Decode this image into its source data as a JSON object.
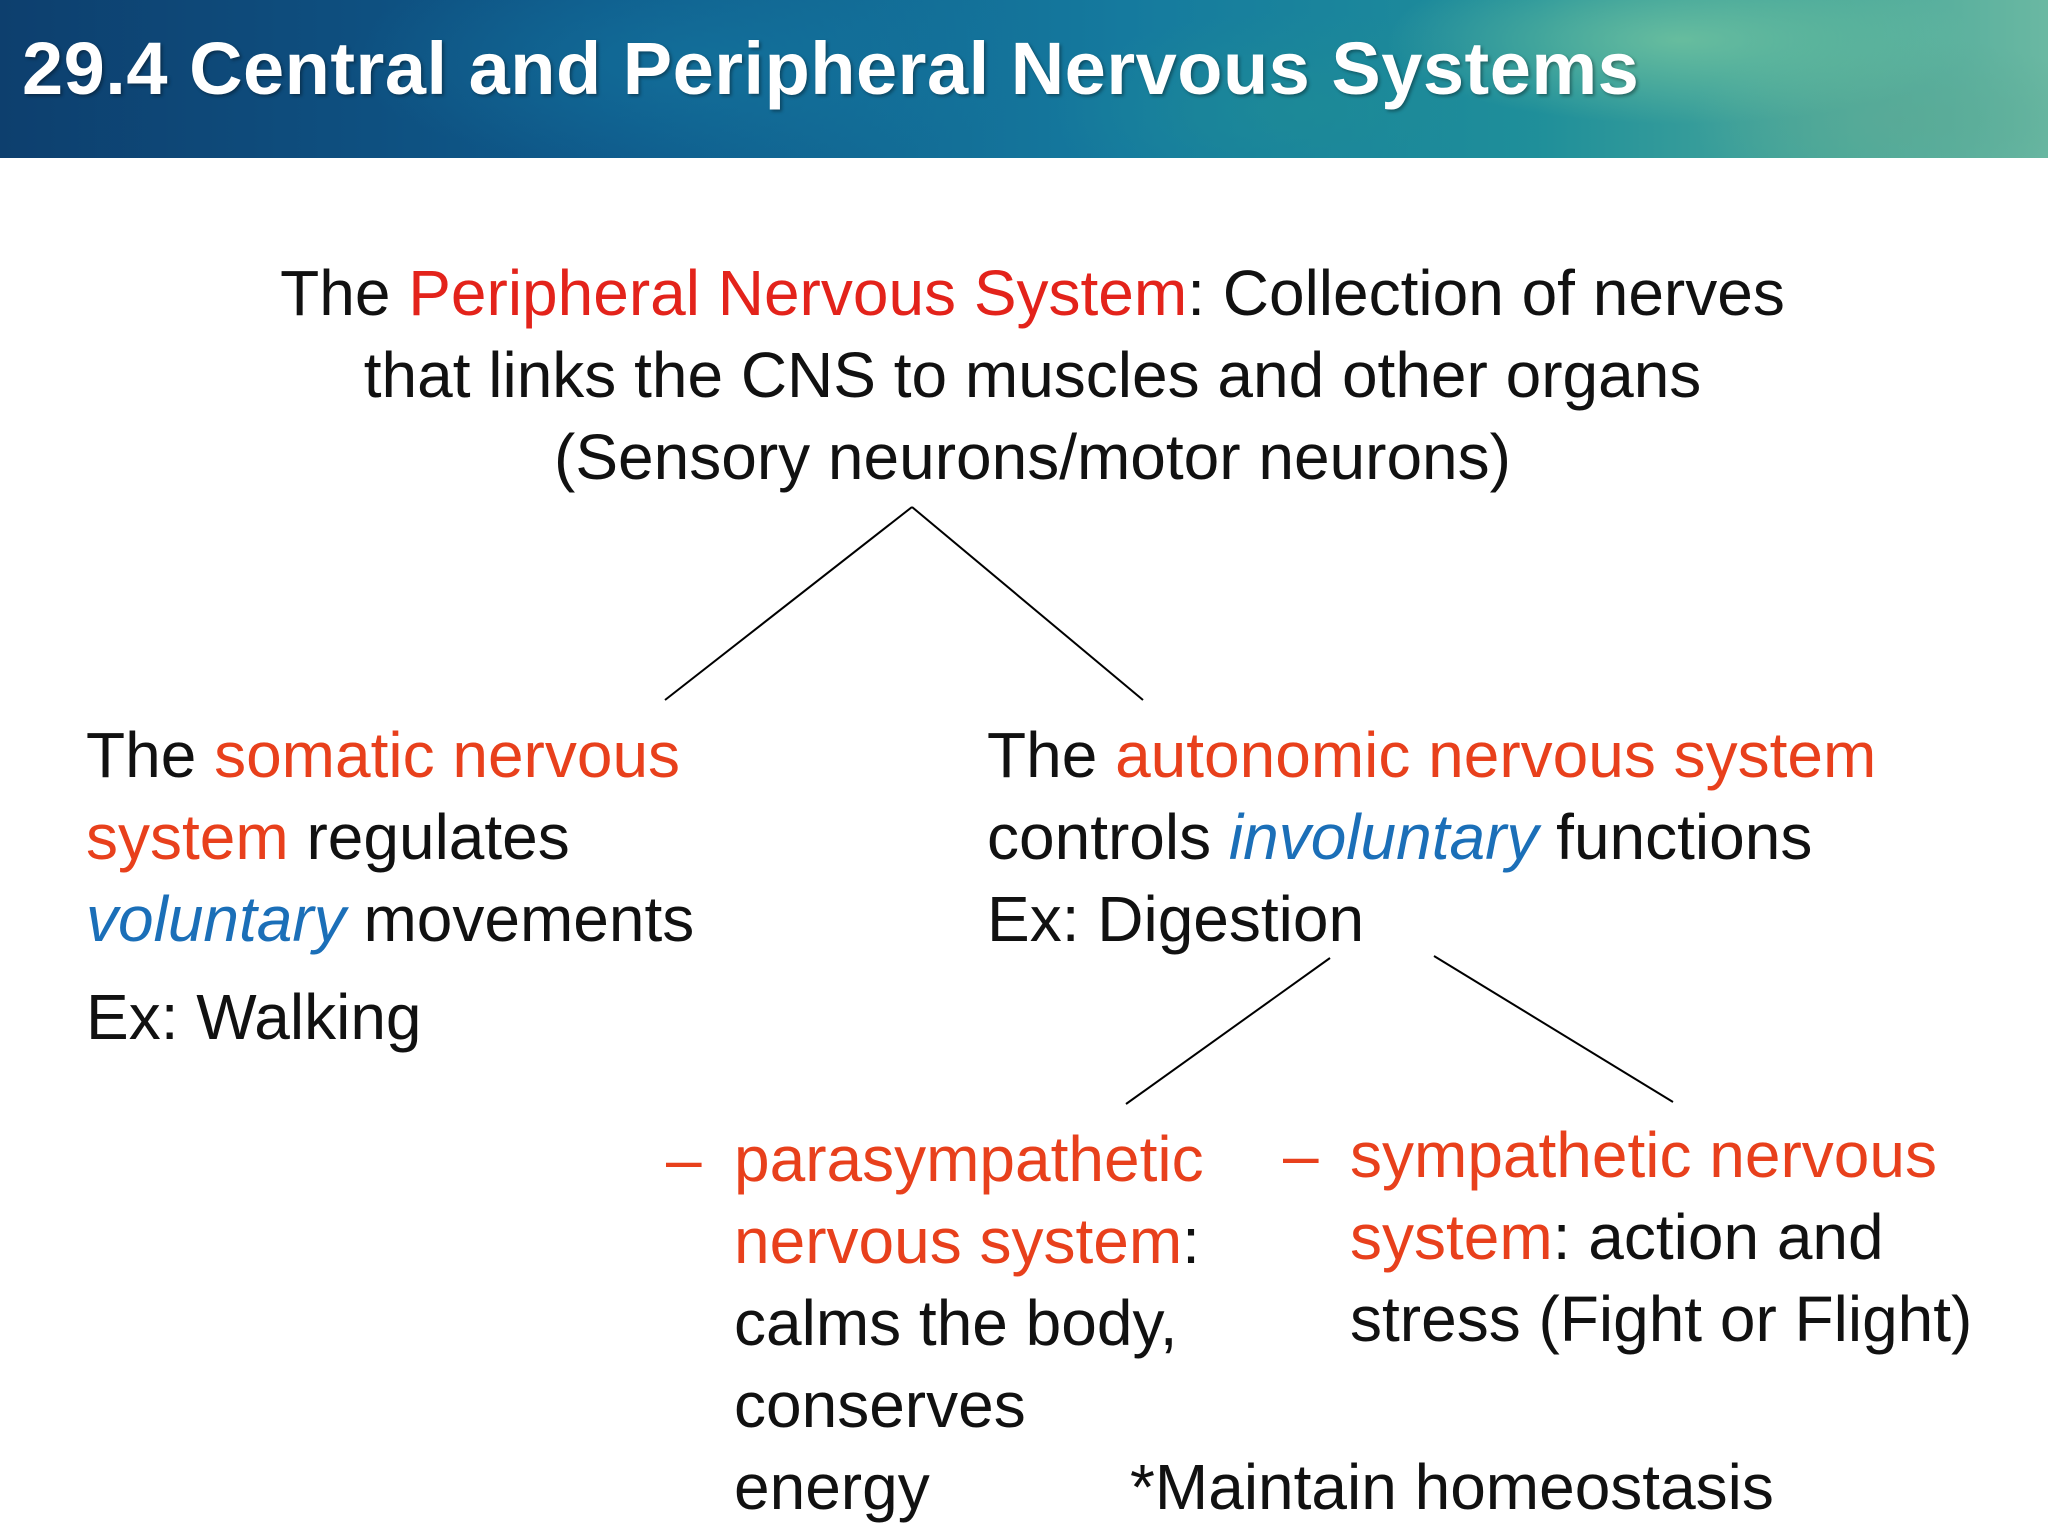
{
  "header": {
    "title": "29.4 Central and Peripheral Nervous Systems"
  },
  "pns": {
    "prefix": "The ",
    "term": "Peripheral Nervous System",
    "line1_rest": ": Collection of nerves",
    "line2": "that links the CNS to muscles and other organs",
    "line3": "(Sensory neurons/motor neurons)"
  },
  "somatic": {
    "prefix": "The ",
    "term_line1": "somatic nervous",
    "term_line2": "system",
    "line2_rest": " regulates",
    "emphasis": "voluntary",
    "line3_rest": " movements",
    "example": "Ex: Walking"
  },
  "autonomic": {
    "prefix": "The ",
    "term": "autonomic nervous system",
    "line2_prefix": "controls ",
    "emphasis": "involuntary",
    "line2_rest": " functions",
    "example": "Ex: Digestion"
  },
  "parasympathetic": {
    "dash": "–",
    "term_line1": "parasympathetic",
    "term_line2": "nervous system",
    "colon": ":",
    "line3": "calms the body,",
    "line4": "conserves",
    "line5": "energy"
  },
  "sympathetic": {
    "dash": "–",
    "term_line1": "sympathetic nervous",
    "term_line2": "system",
    "line2_rest": ": action and",
    "line3": "stress (Fight or Flight)"
  },
  "footnote": "*Maintain homeostasis",
  "colors": {
    "term_red": "#e3231b",
    "term_orange": "#e8401c",
    "emphasis_blue": "#1b6fb8",
    "header_blue": "#0f5b8c"
  }
}
